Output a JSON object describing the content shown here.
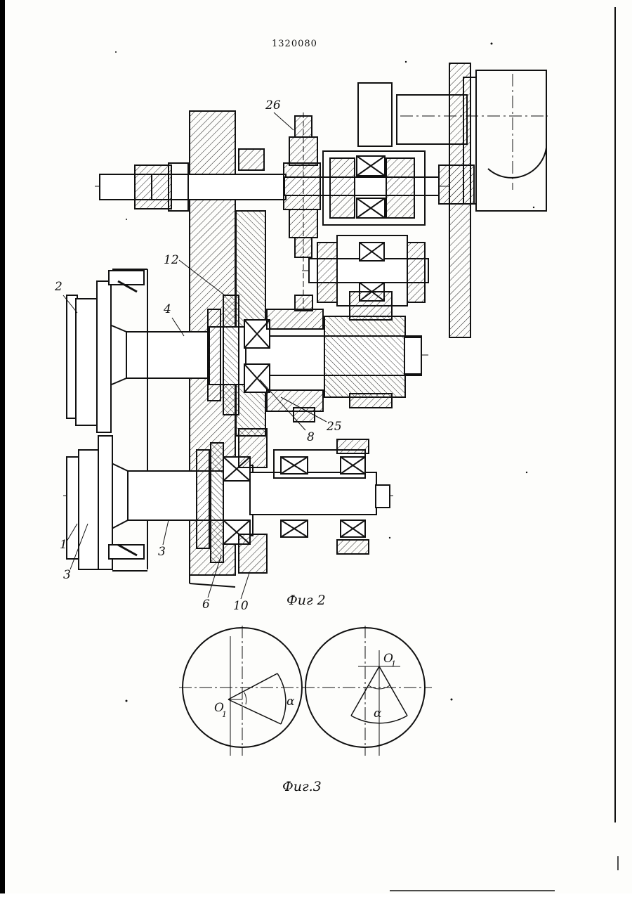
{
  "document": {
    "patent_number": "1320080"
  },
  "figure2": {
    "caption": "Фиг 2",
    "labels": {
      "l1": "1",
      "l2": "2",
      "l3a": "3",
      "l3b": "3",
      "l4": "4",
      "l6": "6",
      "l8": "8",
      "l10": "10",
      "l12": "12",
      "l25": "25",
      "l26": "26"
    }
  },
  "figure3": {
    "caption": "Фиг.3",
    "left_circle": {
      "center_label": "O",
      "center_sub": "1",
      "angle_label": "α"
    },
    "right_circle": {
      "center_label": "O",
      "center_sub": "1",
      "angle_label": "α"
    }
  }
}
